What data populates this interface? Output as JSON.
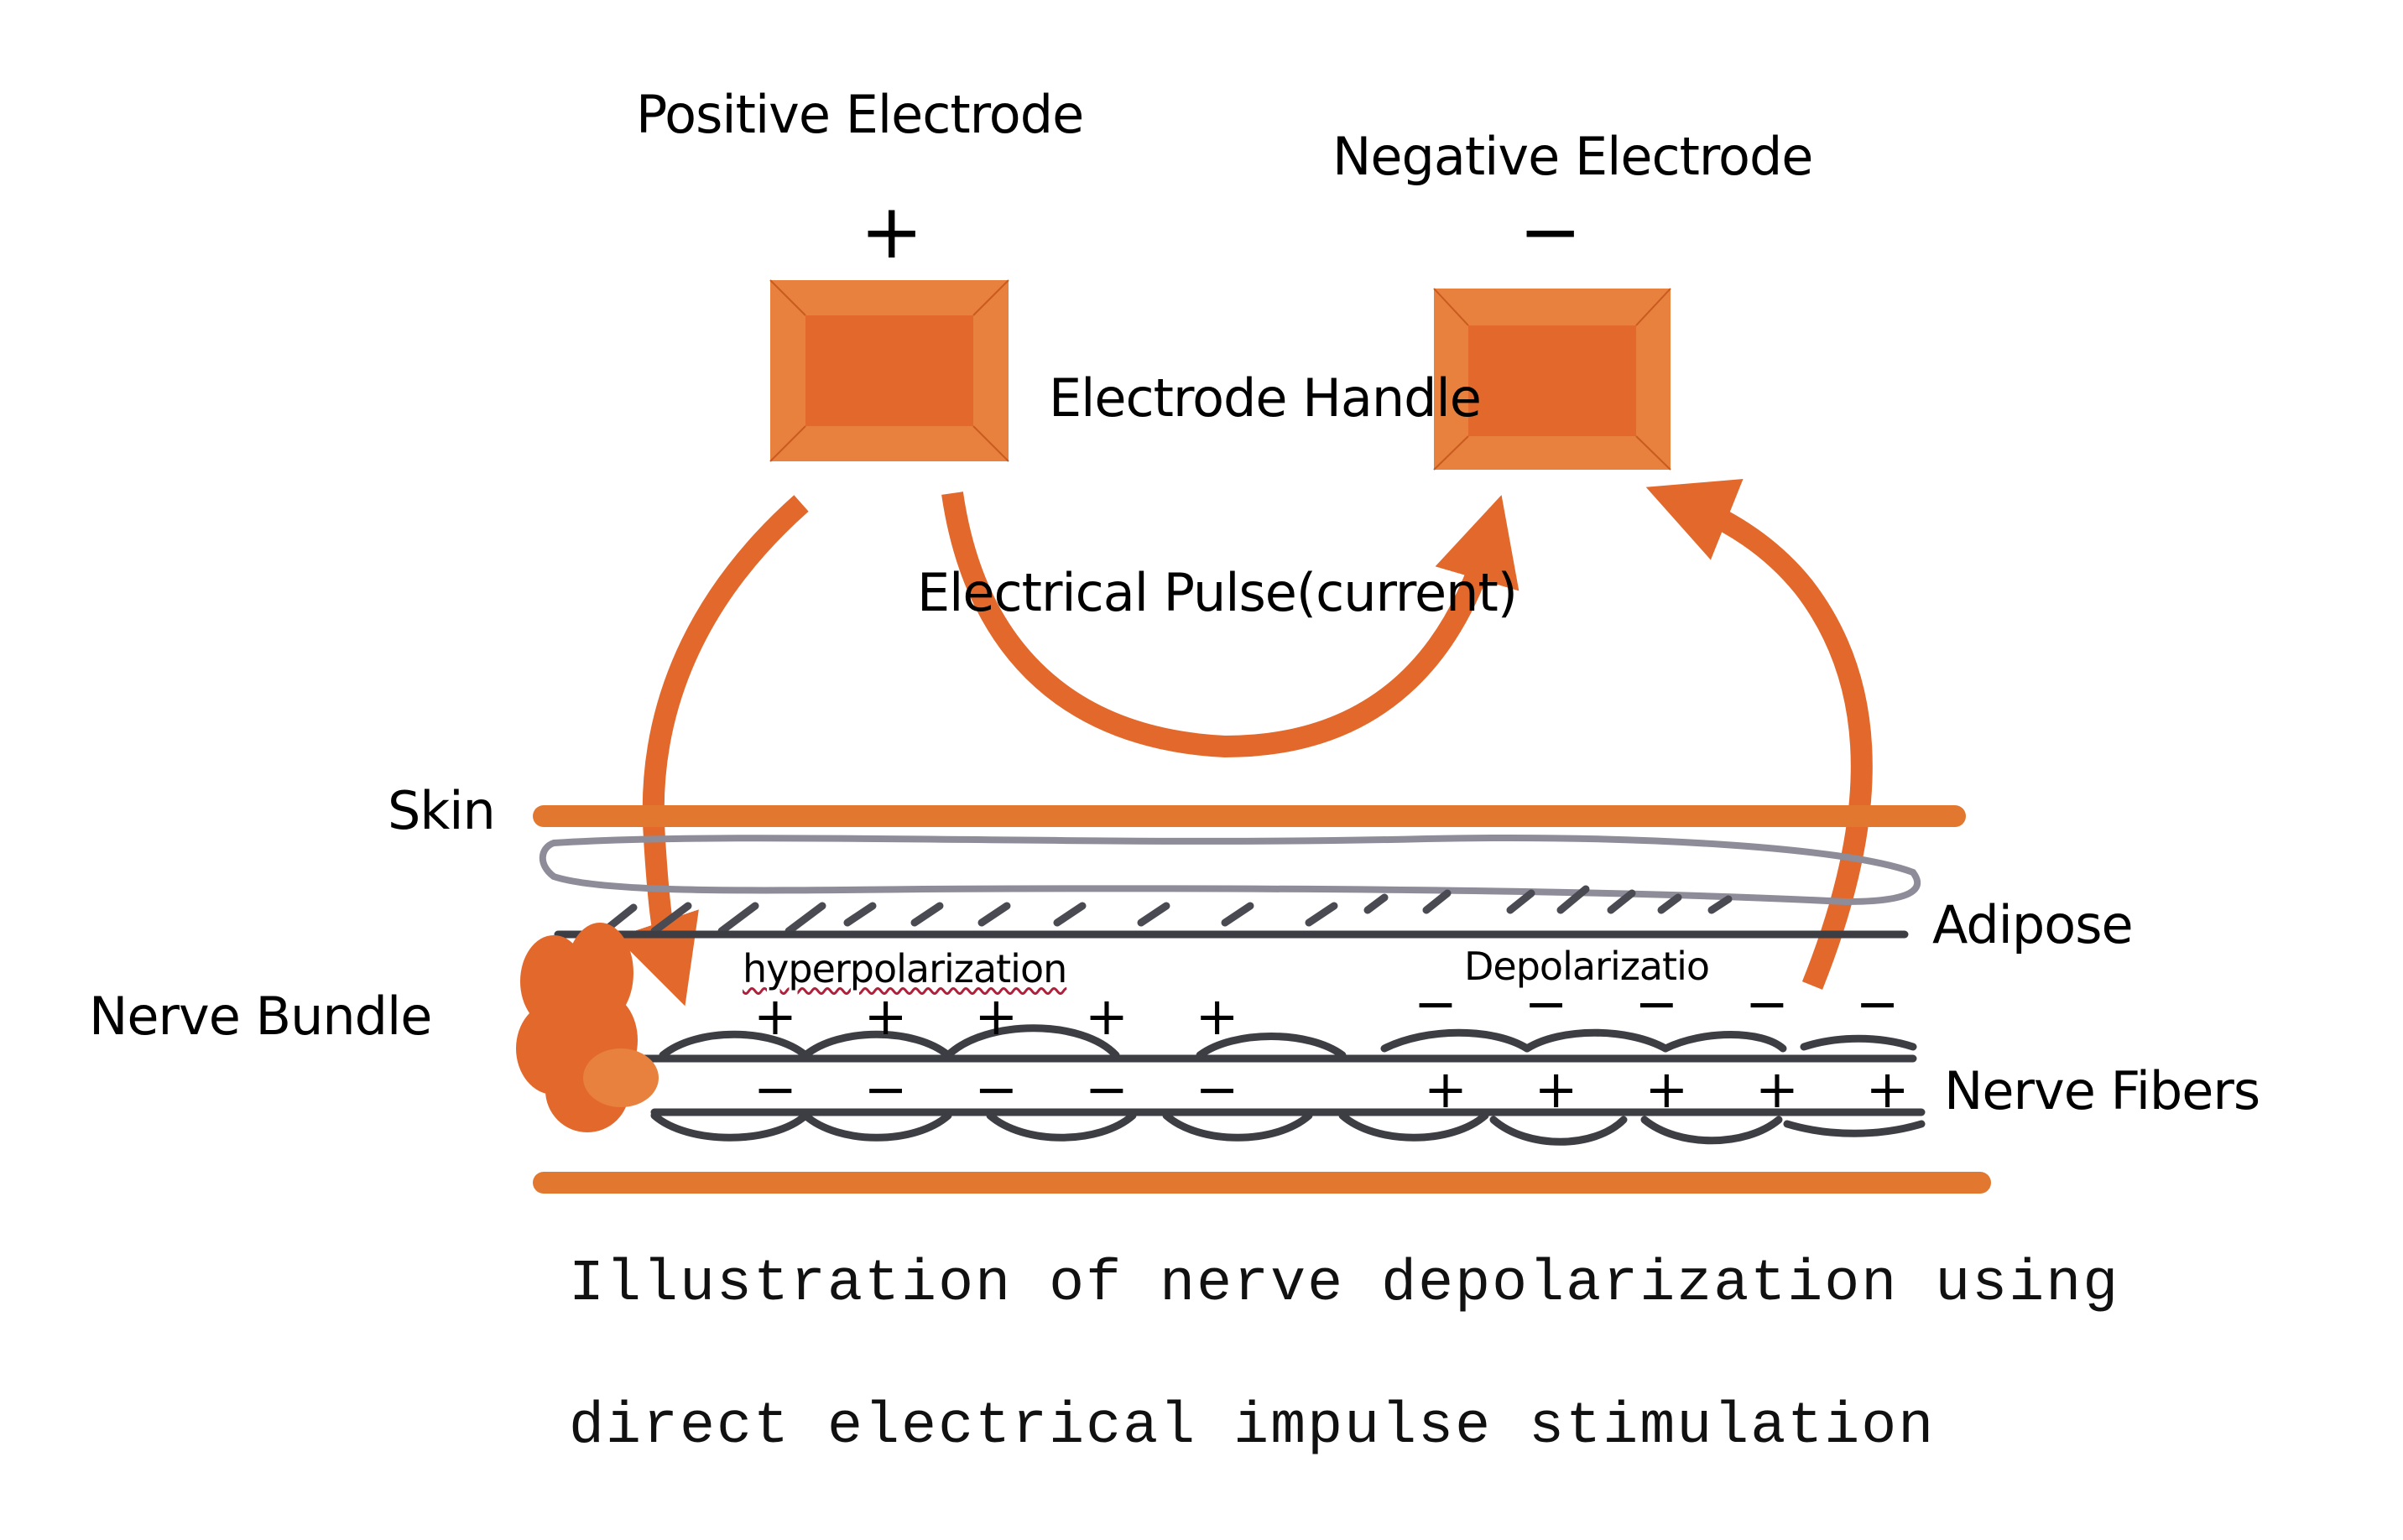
{
  "labels": {
    "positive_electrode": "Positive Electrode",
    "negative_electrode": "Negative Electrode",
    "positive_sign": "+",
    "negative_sign": "−",
    "electrode_handle": "Electrode Handle",
    "electrical_pulse": "Electrical Pulse(current)",
    "skin": "Skin",
    "adipose": "Adipose",
    "nerve_bundle": "Nerve Bundle",
    "nerve_fibers": "Nerve Fibers",
    "hyperpolarization": "hyperpolarization",
    "depolarization": "Depolarizatio"
  },
  "charges": {
    "hyper_top": "+ + + + +",
    "hyper_bottom": "− − − − −",
    "depol_top": "− − − − −",
    "depol_bottom": "+ + + + +"
  },
  "caption": {
    "line1": "Illustration of nerve depolarization using",
    "line2": "direct electrical impulse stimulation"
  },
  "colors": {
    "orange": "#E2692B",
    "orange_light": "#E8803E",
    "membrane": "#3d3d44",
    "adipose_outline": "#8d8c98"
  }
}
